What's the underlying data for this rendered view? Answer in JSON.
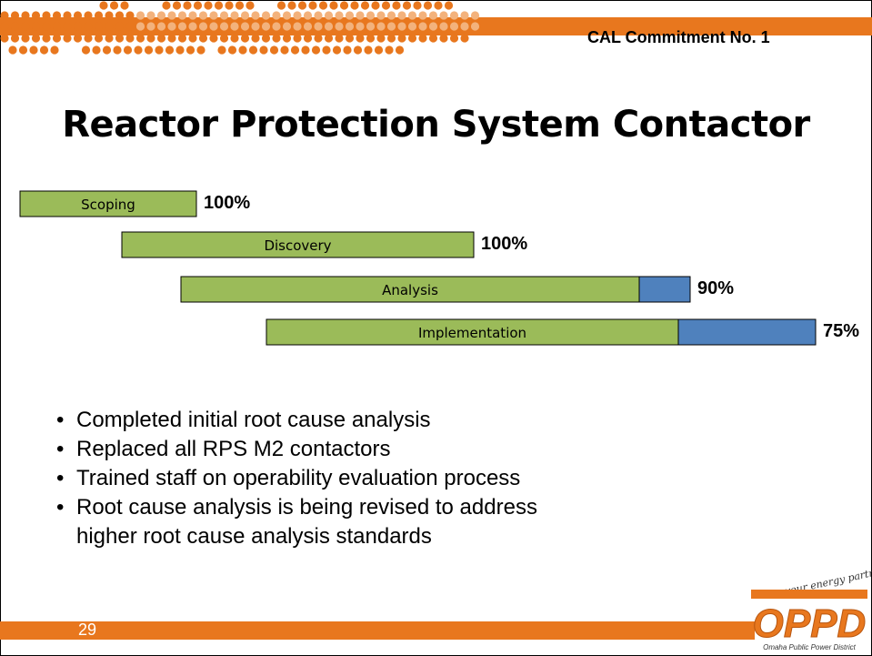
{
  "header": {
    "commitment_label": "CAL Commitment No. 1"
  },
  "title": "Reactor Protection System Contactor",
  "chart_data": {
    "type": "bar",
    "categories": [
      "Scoping",
      "Discovery",
      "Analysis",
      "Implementation"
    ],
    "values": [
      100,
      100,
      90,
      75
    ],
    "value_labels": [
      "100%",
      "100%",
      "90%",
      "75%"
    ],
    "colors": {
      "complete": "#9bbb59",
      "remaining": "#4f81bd"
    }
  },
  "bullets": [
    "Completed initial root cause analysis",
    "Replaced all RPS M2 contactors",
    "Trained staff on operability evaluation process",
    "Root cause analysis is being revised to address higher root cause analysis standards"
  ],
  "footer": {
    "page_number": "29",
    "logo_text": "OPPD",
    "logo_subtitle": "Omaha Public Power District",
    "tagline": "your energy partner"
  },
  "colors": {
    "accent": "#e8771e",
    "dots_light": "#f3b27c"
  }
}
